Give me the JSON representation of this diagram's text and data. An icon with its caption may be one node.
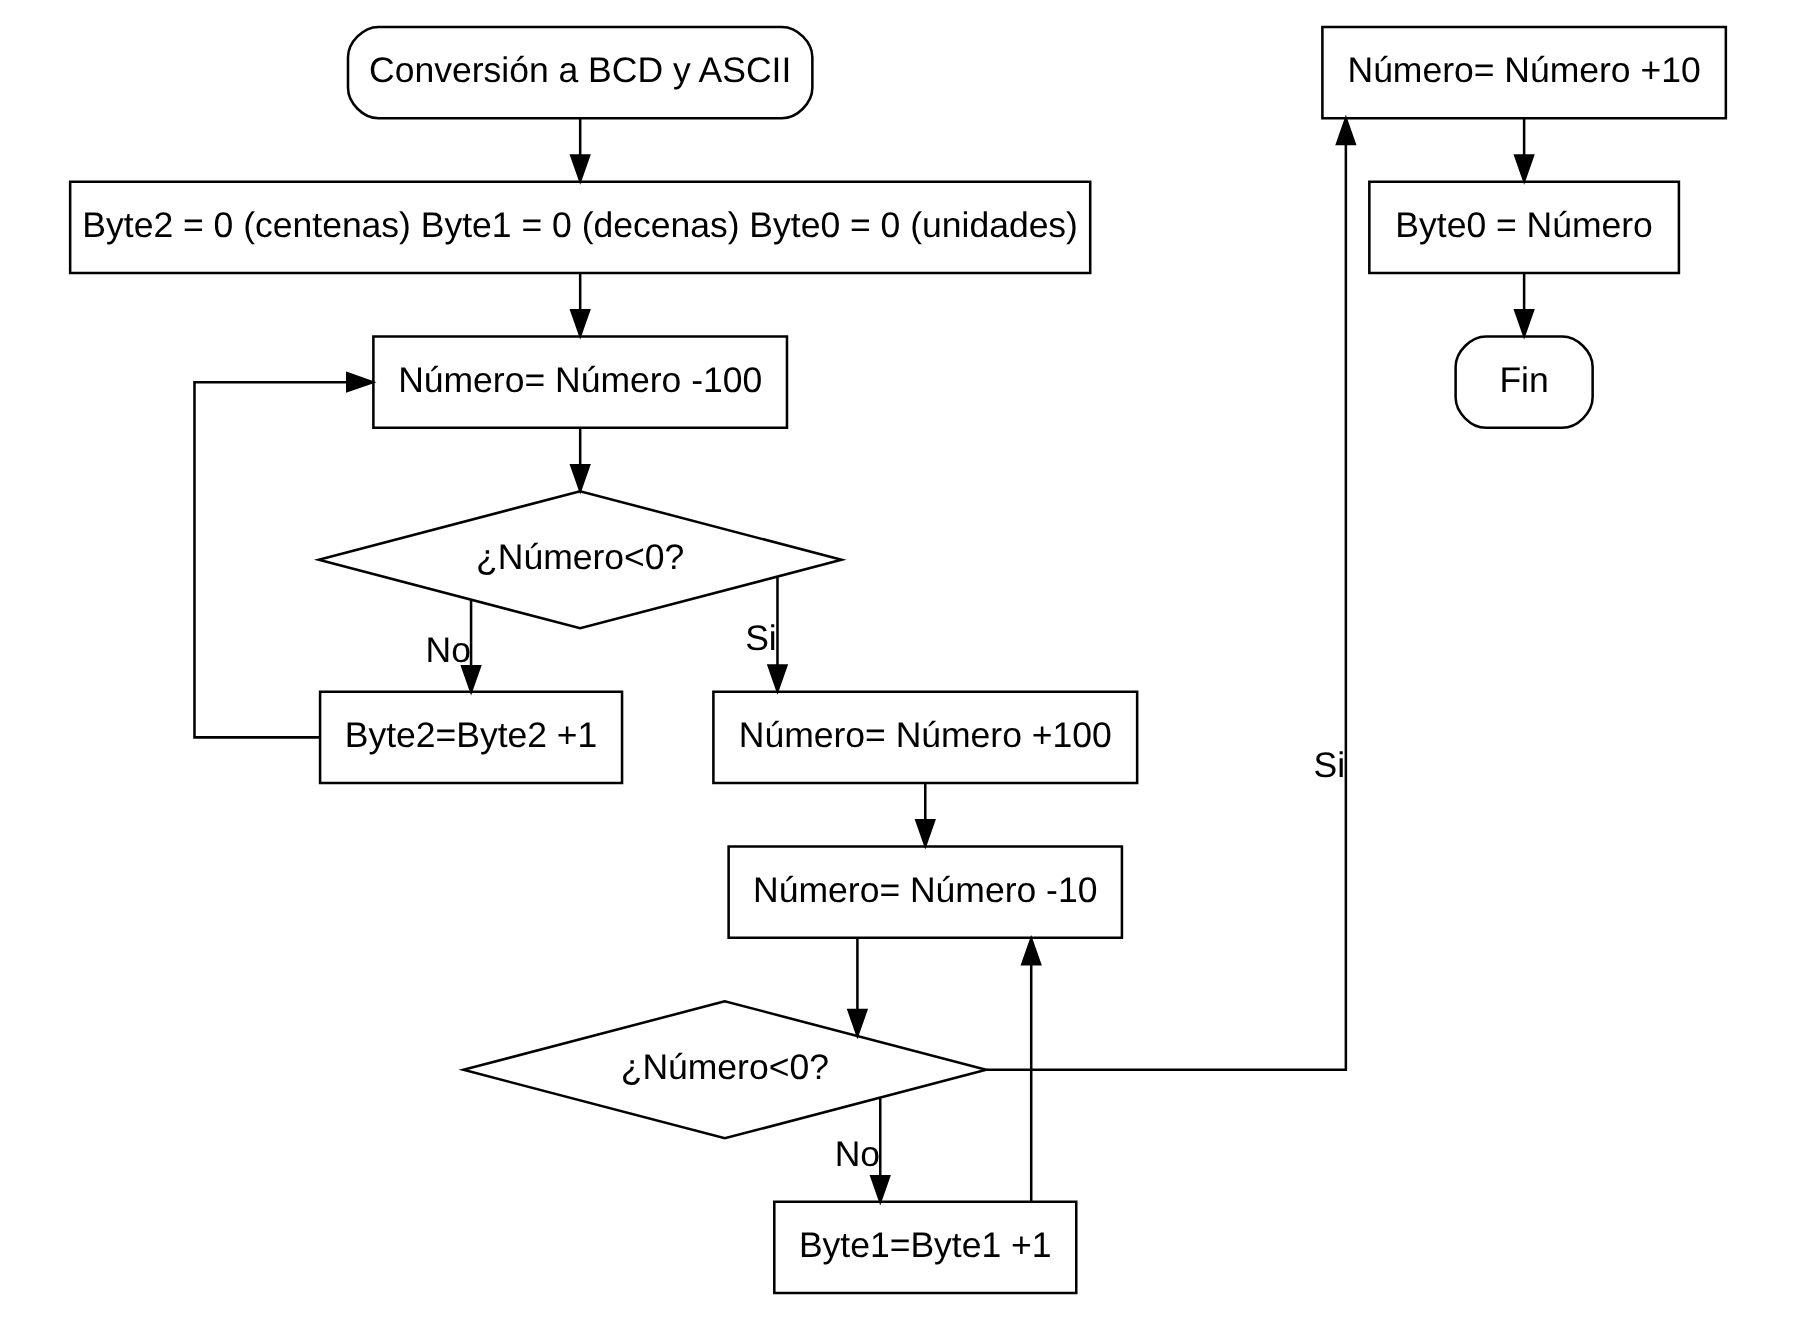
{
  "diagram": {
    "nodes": [
      {
        "text": [
          "Conversión a BCD y ASCII"
        ]
      },
      {
        "text": [
          "Byte2 = 0 (centenas) Byte1 = 0 (decenas) Byte0 = 0 (unidades)"
        ]
      },
      {
        "text": [
          "Número= Número -100"
        ]
      },
      {
        "text": [
          "¿Número<0?"
        ]
      },
      {
        "text": [
          "Byte2=Byte2 +1"
        ]
      },
      {
        "text": [
          "Número= Número +100"
        ]
      },
      {
        "text": [
          "Número= Número -10"
        ]
      },
      {
        "text": [
          "¿Número<0?"
        ]
      },
      {
        "text": [
          "Byte1=Byte1 +1"
        ]
      },
      {
        "text": [
          "Número= Número +10"
        ]
      },
      {
        "text": [
          "Byte0 = Número"
        ]
      },
      {
        "text": [
          "Fin"
        ]
      }
    ],
    "edges": [
      {
        "from": 0,
        "to": 1,
        "arrow": "to"
      },
      {
        "from": 1,
        "to": 2,
        "arrow": "to"
      },
      {
        "from": 2,
        "to": 3,
        "arrow": "to"
      },
      {
        "from": 3,
        "to": 5,
        "arrow": "to",
        "label": "Si"
      },
      {
        "from": 3,
        "to": 4,
        "arrow": "to",
        "label": "No"
      },
      {
        "from": 4,
        "to": 2,
        "arrow": "to"
      },
      {
        "from": 5,
        "to": 6,
        "arrow": "to"
      },
      {
        "from": 6,
        "to": 7,
        "arrow": "to"
      },
      {
        "from": 7,
        "to": 9,
        "arrow": "to",
        "label": "Si"
      },
      {
        "from": 7,
        "to": 8,
        "arrow": "to",
        "label": "No"
      },
      {
        "from": 8,
        "to": 6,
        "arrow": "to"
      },
      {
        "from": 9,
        "to": 10,
        "arrow": "to"
      },
      {
        "from": 10,
        "to": 11,
        "arrow": "to"
      }
    ]
  }
}
